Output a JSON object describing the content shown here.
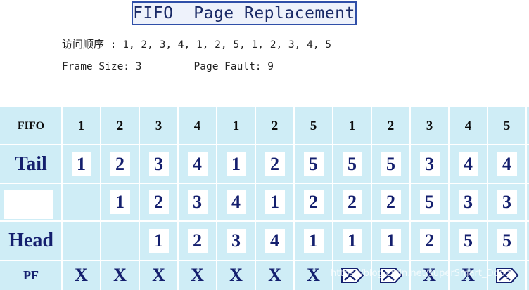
{
  "title": "FIFO  Page Replacement",
  "access_sequence": {
    "label": "访问顺序",
    "separator": " : ",
    "values": "1, 2, 3, 4, 1, 2, 5, 1, 2, 3, 4, 5"
  },
  "stats": {
    "frame_size": "Frame Size: 3",
    "page_fault": "Page Fault: 9"
  },
  "table": {
    "header_label": "FIFO",
    "columns": [
      "1",
      "2",
      "3",
      "4",
      "1",
      "2",
      "5",
      "1",
      "2",
      "3",
      "4",
      "5"
    ],
    "rows": [
      {
        "label": "Tail",
        "cells": [
          "1",
          "2",
          "3",
          "4",
          "1",
          "2",
          "5",
          "5",
          "5",
          "3",
          "4",
          "4"
        ]
      },
      {
        "label": "",
        "cells": [
          "",
          "1",
          "2",
          "3",
          "4",
          "1",
          "2",
          "2",
          "2",
          "5",
          "3",
          "3"
        ]
      },
      {
        "label": "Head",
        "cells": [
          "",
          "",
          "1",
          "2",
          "3",
          "4",
          "1",
          "1",
          "1",
          "2",
          "5",
          "5"
        ]
      }
    ],
    "pf_label": "PF",
    "pf_marks": [
      "X",
      "X",
      "X",
      "X",
      "X",
      "X",
      "X",
      "hit",
      "hit",
      "X",
      "X",
      "hit"
    ]
  },
  "colors": {
    "table_bg": "#cfedf6",
    "text_navy": "#141f6e",
    "title_border": "#2f4fa8"
  },
  "icons": {
    "hit": "crossed-out-arrow-icon"
  },
  "watermark": "https://blog.csdn.net/superSmart_Dong"
}
